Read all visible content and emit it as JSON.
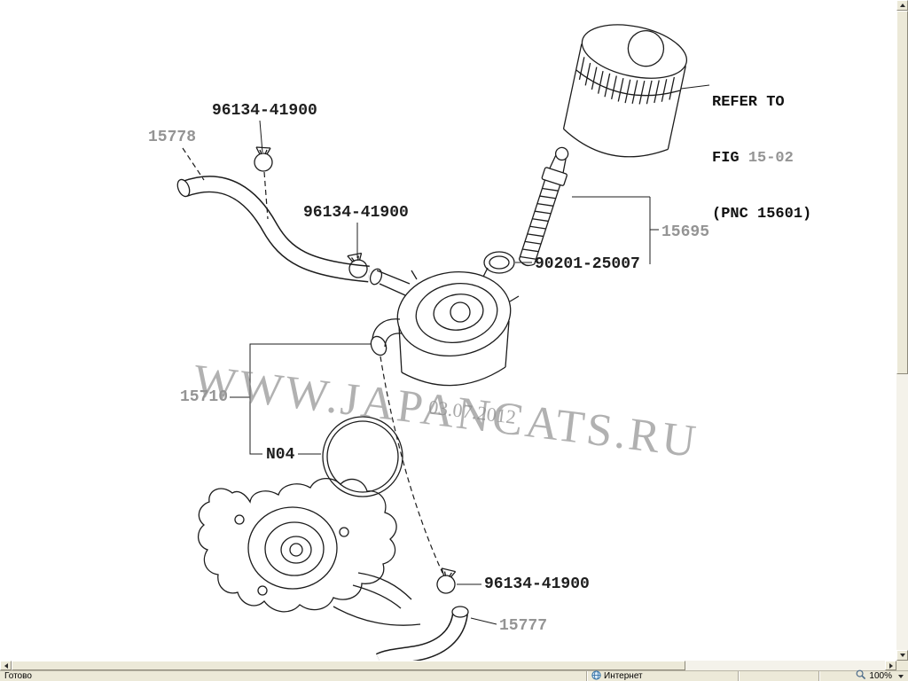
{
  "window": {
    "statusbar": {
      "status_text": "Готово",
      "zone": {
        "icon": "globe-icon",
        "label": "Интернет"
      },
      "zoom": {
        "icon": "magnifier-icon",
        "label": "100%",
        "dropdown_icon": "chevron-down-icon"
      }
    }
  },
  "diagram": {
    "watermark": {
      "text": "WWW.JAPANCATS.RU",
      "date": "03.07.2012"
    },
    "refer_note": {
      "line1": "REFER TO",
      "fig_prefix": "FIG ",
      "fig_number": "15-02",
      "pnc_line": "(PNC 15601)"
    },
    "part_labels": [
      {
        "part": "96134-41900",
        "style": "dark"
      },
      {
        "part": "15778",
        "style": "gray"
      },
      {
        "part": "96134-41900",
        "style": "dark"
      },
      {
        "part": "15695",
        "style": "gray"
      },
      {
        "part": "90201-25007",
        "style": "dark"
      },
      {
        "part": "15710",
        "style": "gray"
      },
      {
        "part": "N04",
        "style": "dark"
      },
      {
        "part": "96134-41900",
        "style": "dark"
      },
      {
        "part": "15777",
        "style": "gray"
      }
    ],
    "colors": {
      "part_dark": "#1e1e1e",
      "part_gray": "#949494",
      "line": "#1c1c1c"
    }
  }
}
